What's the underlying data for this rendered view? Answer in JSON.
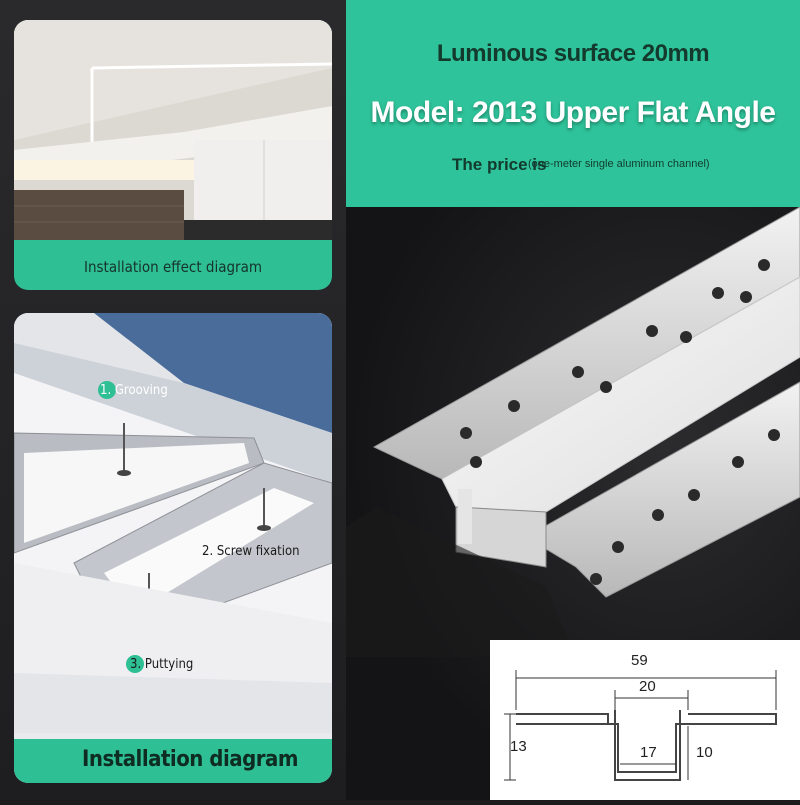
{
  "header": {
    "subtitle": "Luminous surface 20mm",
    "title": "Model: 2013 Upper Flat Angle",
    "price_label": "The price is",
    "price_note": "(one-meter single aluminum channel)"
  },
  "effect_card": {
    "caption": "Installation effect diagram"
  },
  "install_card": {
    "caption": "Installation diagram",
    "steps": [
      {
        "label": "1. Grooving"
      },
      {
        "label": "2. Screw fixation"
      },
      {
        "label": "3. Puttying"
      }
    ]
  },
  "dimensions": {
    "overall_width": "59",
    "luminous_width": "20",
    "height": "13",
    "inner_depth": "10",
    "channel_width": "17"
  },
  "colors": {
    "accent": "#2ec39a",
    "background": "#1c1c1e"
  }
}
